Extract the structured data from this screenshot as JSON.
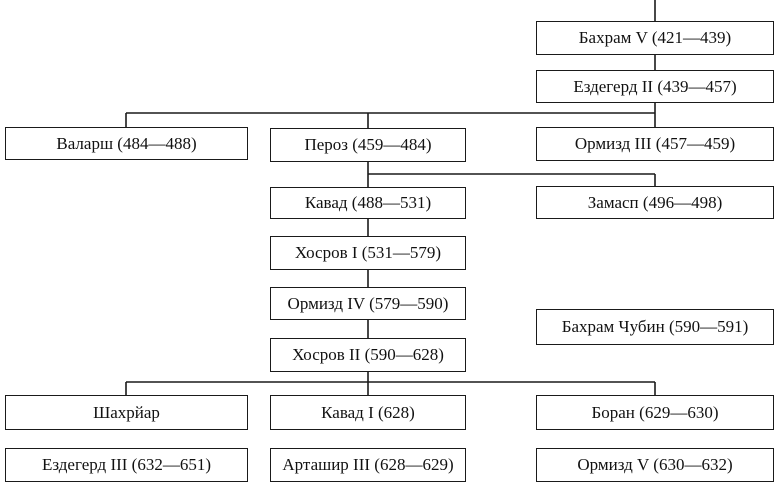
{
  "colors": {
    "line": "#1a1a1a",
    "box_border": "#1a1a1a",
    "text": "#111111",
    "background": "#ffffff"
  },
  "nodes": {
    "bahram_v": "Бахрам V (421—439)",
    "yazdegerd_ii": "Ездегерд II (439—457)",
    "valarsh": "Валарш (484—488)",
    "peroz": "Пероз (459—484)",
    "hormizd_iii": "Ормизд III (457—459)",
    "kavad": "Кавад (488—531)",
    "zamasp": "Замасп (496—498)",
    "khosrow_i": "Хосров I (531—579)",
    "hormizd_iv": "Ормизд IV (579—590)",
    "bahram_chobin": "Бахрам Чубин (590—591)",
    "khosrow_ii": "Хосров II (590—628)",
    "shahriar": "Шахрйар",
    "kavad_i": "Кавад I (628)",
    "boran": "Боран (629—630)",
    "yazdegerd_iii": "Ездегерд III (632—651)",
    "ardashir_iii": "Арташир III (628—629)",
    "hormizd_v": "Ормизд V (630—632)"
  }
}
